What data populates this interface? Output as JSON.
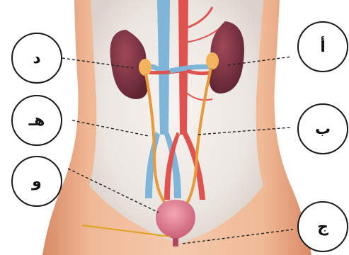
{
  "labels": {
    "a": "أ",
    "b": "ب",
    "c": "ج",
    "d": "د",
    "e": "هـ",
    "f": "و"
  },
  "colors": {
    "skin": "#e8a67f",
    "kidney": "#7a3340",
    "vein": "#7fb5d8",
    "artery": "#e0524f",
    "ureter": "#e89a3a",
    "bladder": "#e07a8e"
  }
}
